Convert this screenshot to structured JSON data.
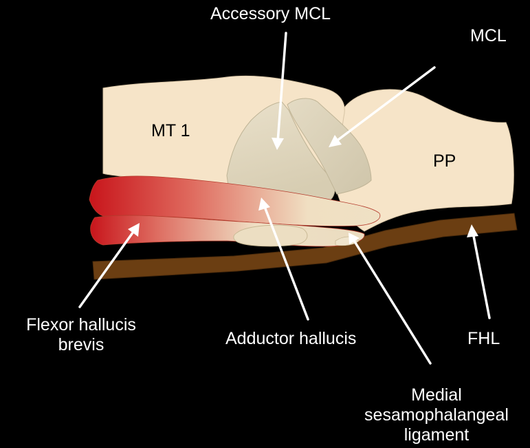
{
  "colors": {
    "background": "#000000",
    "bone": "#f6e4c8",
    "ligament": "#dcd3ba",
    "tendon": "#6b3e12",
    "muscle_red": "#c8151b",
    "arrow": "#ffffff"
  },
  "labels": {
    "accessory_mcl": "Accessory MCL",
    "mcl": "MCL",
    "mt1": "MT 1",
    "pp": "PP",
    "fhb_line1": "Flexor hallucis",
    "fhb_line2": "brevis",
    "adductor": "Adductor hallucis",
    "fhl": "FHL",
    "msl_line1": "Medial",
    "msl_line2": "sesamophalangeal",
    "msl_line3": "ligament"
  }
}
